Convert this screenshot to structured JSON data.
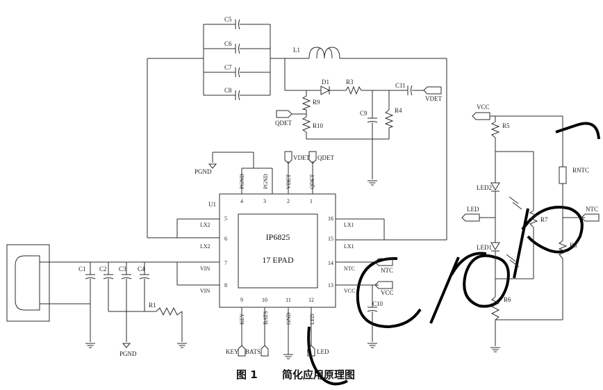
{
  "ic": {
    "name": "IP6825",
    "pad": "17 EPAD",
    "ref": "U1"
  },
  "pins": {
    "p1": "1",
    "p2": "2",
    "p3": "3",
    "p4": "4",
    "p5": "5",
    "p6": "6",
    "p7": "7",
    "p8": "8",
    "p9": "9",
    "p10": "10",
    "p11": "11",
    "p12": "12",
    "p13": "13",
    "p14": "14",
    "p15": "15",
    "p16": "16"
  },
  "pin_names": {
    "qdet": "QDET",
    "vdet": "VDET",
    "pgnd3": "PGND",
    "pgnd4": "PGND",
    "lx2a": "LX2",
    "lx2b": "LX2",
    "vina": "VIN",
    "vinb": "VIN",
    "key": "KEY",
    "bats": "BATS",
    "gnd": "GND",
    "led": "LED",
    "vcc": "VCC",
    "ntc": "NTC",
    "lx1a": "LX1",
    "lx1b": "LX1"
  },
  "components": {
    "c1": "C1",
    "c2": "C2",
    "c3": "C3",
    "c4": "C4",
    "c5": "C5",
    "c6": "C6",
    "c7": "C7",
    "c8": "C8",
    "c9": "C9",
    "c10": "C10",
    "c11": "C11",
    "l1": "L1",
    "d1": "D1",
    "r1": "R1",
    "r3": "R3",
    "r4": "R4",
    "r5": "R5",
    "r6": "R6",
    "r7": "R7",
    "r8": "R8",
    "r9": "R9",
    "r10": "R10",
    "rntc": "RNTC",
    "led1": "LED1",
    "led2": "LED2"
  },
  "nets": {
    "vdet_top": "VDET",
    "qdet_top": "QDET",
    "vdet_right": "VDET",
    "qdet_left": "QDET",
    "pgnd_top": "PGND",
    "pgnd_bottom": "PGND",
    "ntc_pin": "NTC",
    "vcc_pin": "VCC",
    "key_port": "KEY",
    "bats_port": "BATS",
    "led_port": "LED",
    "vcc_right": "VCC",
    "led_right": "LED",
    "ntc_right": "NTC"
  },
  "caption": {
    "fig": "图 1",
    "title": "简化应用原理图"
  }
}
